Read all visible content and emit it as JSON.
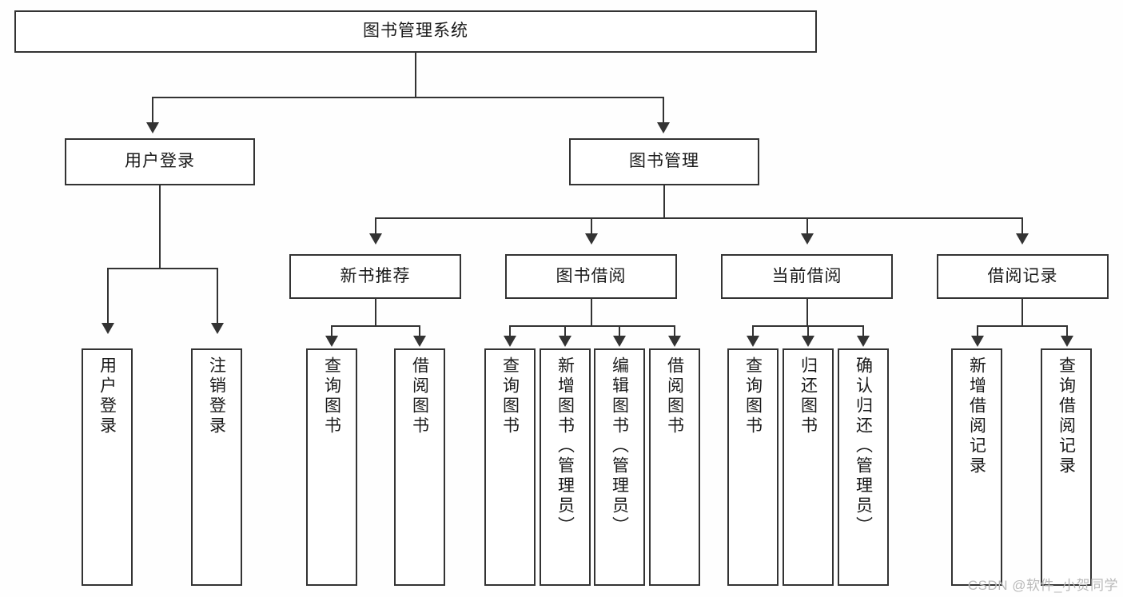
{
  "diagram": {
    "title": "图书管理系统",
    "type": "function-hierarchy-tree",
    "root": {
      "label": "图书管理系统"
    },
    "level2": [
      {
        "label": "用户登录"
      },
      {
        "label": "图书管理"
      }
    ],
    "level3": [
      {
        "label": "新书推荐"
      },
      {
        "label": "图书借阅"
      },
      {
        "label": "当前借阅"
      },
      {
        "label": "借阅记录"
      }
    ],
    "leaves": {
      "user_login": [
        {
          "label": "用户登录"
        },
        {
          "label": "注销登录"
        }
      ],
      "new_book": [
        {
          "label": "查询图书"
        },
        {
          "label": "借阅图书"
        }
      ],
      "book_borrow": [
        {
          "label": "查询图书"
        },
        {
          "label": "新增图书（管理员）"
        },
        {
          "label": "编辑图书（管理员）"
        },
        {
          "label": "借阅图书"
        }
      ],
      "current_borrow": [
        {
          "label": "查询图书"
        },
        {
          "label": "归还图书"
        },
        {
          "label": "确认归还（管理员）"
        }
      ],
      "borrow_record": [
        {
          "label": "新增借阅记录"
        },
        {
          "label": "查询借阅记录"
        }
      ]
    }
  },
  "watermark": {
    "text": "CSDN @软件_小贺同学"
  },
  "colors": {
    "line": "#333333",
    "box_fill": "#ffffff",
    "background": "#fefefe",
    "watermark": "#b9b9b9"
  }
}
